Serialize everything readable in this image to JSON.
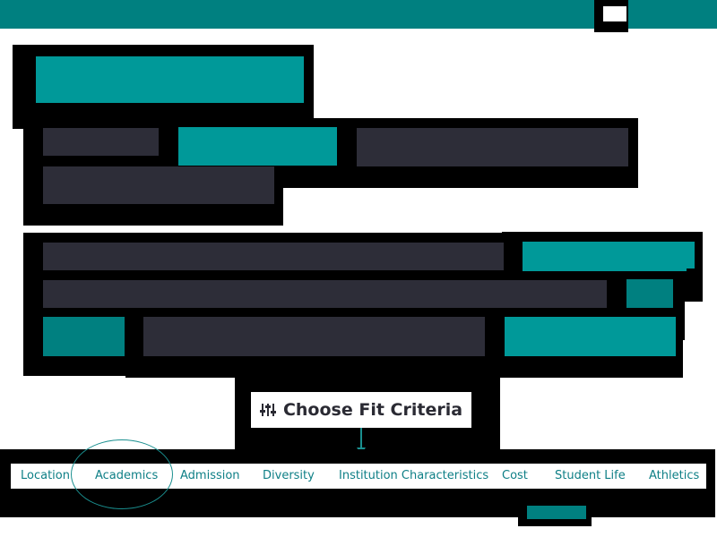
{
  "fit_criteria": {
    "label": "Choose Fit Criteria",
    "icon": "sliders-icon"
  },
  "nav": {
    "items": [
      {
        "label": "Location"
      },
      {
        "label": "Academics"
      },
      {
        "label": "Admission"
      },
      {
        "label": "Diversity"
      },
      {
        "label": "Institution Characteristics"
      },
      {
        "label": "Cost"
      },
      {
        "label": "Student Life"
      },
      {
        "label": "Athletics"
      }
    ],
    "highlighted": "Academics"
  },
  "colors": {
    "header": "#008080",
    "accent": "#009999",
    "accent_dark": "#008080",
    "placeholder": "#2d2d38",
    "nav_text": "#0e7f86"
  }
}
